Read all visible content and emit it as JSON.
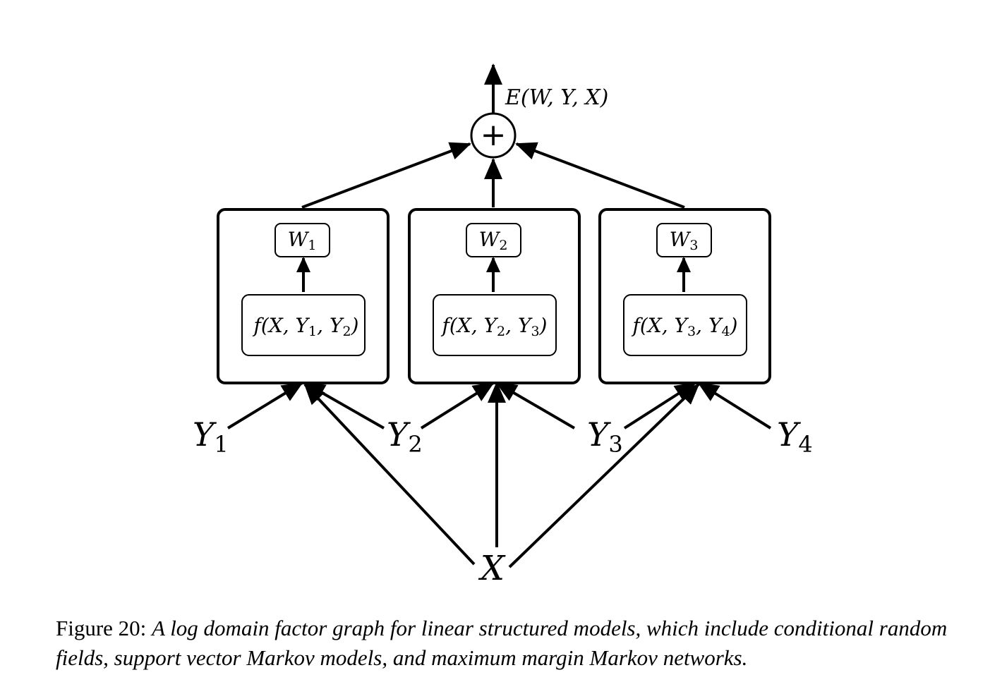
{
  "diagram": {
    "output_label": "E(W, Y, X)",
    "sum_node_symbol": "+",
    "factors": [
      {
        "weight": {
          "base": "W",
          "sub": "1"
        },
        "function": {
          "prefix": "f(X, Y",
          "sub_a": "1",
          "mid": ", Y",
          "sub_b": "2",
          "suffix": ")"
        }
      },
      {
        "weight": {
          "base": "W",
          "sub": "2"
        },
        "function": {
          "prefix": "f(X, Y",
          "sub_a": "2",
          "mid": ", Y",
          "sub_b": "3",
          "suffix": ")"
        }
      },
      {
        "weight": {
          "base": "W",
          "sub": "3"
        },
        "function": {
          "prefix": "f(X, Y",
          "sub_a": "3",
          "mid": ", Y",
          "sub_b": "4",
          "suffix": ")"
        }
      }
    ],
    "variables": [
      {
        "base": "Y",
        "sub": "1"
      },
      {
        "base": "Y",
        "sub": "2"
      },
      {
        "base": "Y",
        "sub": "3"
      },
      {
        "base": "Y",
        "sub": "4"
      }
    ],
    "input": "X"
  },
  "caption": {
    "label": "Figure 20:",
    "text": "A log domain factor graph for linear structured models, which include conditional random fields, support vector Markov models, and maximum margin Markov networks."
  }
}
